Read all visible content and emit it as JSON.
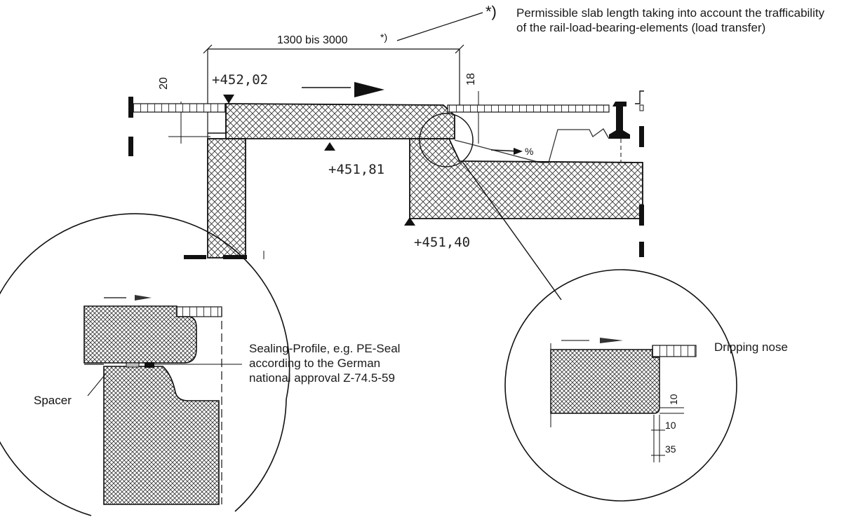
{
  "footnote_marker": "*)",
  "note_permissible": "Permissible slab length taking into account the trafficability of the rail-load-bearing-elements (load transfer)",
  "dim_span": "1300 bis 3000",
  "dim_span_mark": "*)",
  "dim_20": "20",
  "dim_18": "18",
  "elev_top": "+452,02",
  "elev_mid": "+451,81",
  "elev_low": "+451,40",
  "slope_label": "%",
  "label_sealing": "Sealing-Profile, e.g. PE-Seal according to the German national approval Z-74.5-59",
  "label_spacer": "Spacer",
  "label_dripping": "Dripping nose",
  "detail_dims": {
    "d1": "10",
    "d2": "10",
    "d3": "35"
  },
  "colors": {
    "ink": "#1a1a1a",
    "hatch": "#333333"
  }
}
